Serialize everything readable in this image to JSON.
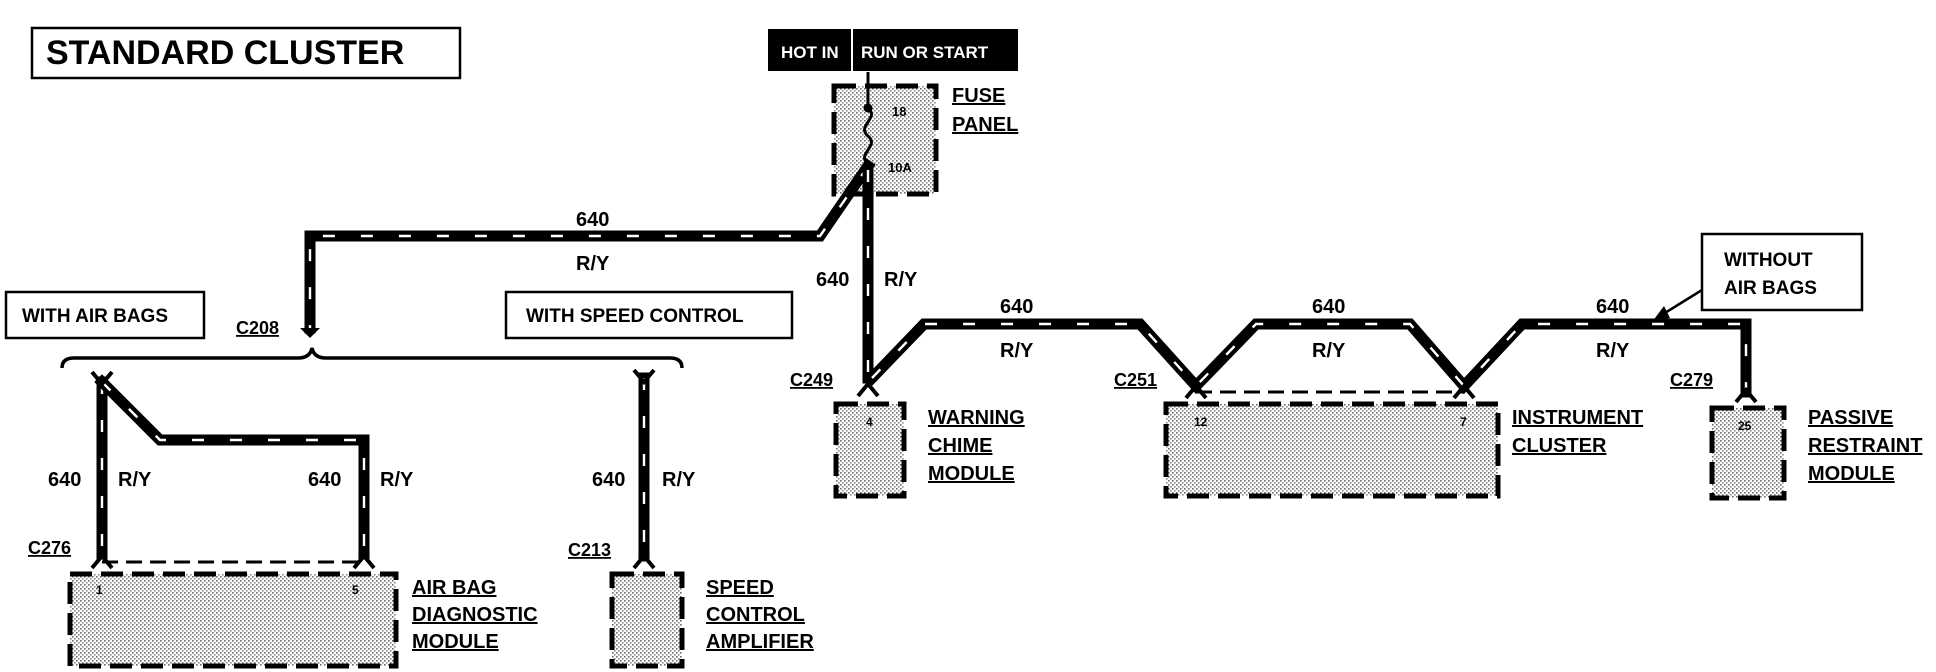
{
  "title": "STANDARD CLUSTER",
  "header": {
    "hot_in": "HOT IN",
    "run_or_start": "RUN  OR  START"
  },
  "fuse_panel": {
    "label_line1": "FUSE",
    "label_line2": "PANEL",
    "fuse_number": "18",
    "fuse_rating": "10A"
  },
  "wires": {
    "main_top": {
      "circuit": "640",
      "color": "R/Y"
    },
    "vertical_down": {
      "circuit": "640",
      "color": "R/Y"
    },
    "segment_chime_cluster": {
      "circuit": "640",
      "color": "R/Y"
    },
    "segment_cluster_loop": {
      "circuit": "640",
      "color": "R/Y"
    },
    "segment_cluster_passive": {
      "circuit": "640",
      "color": "R/Y"
    },
    "airbag_left": {
      "circuit": "640",
      "color": "R/Y"
    },
    "airbag_right": {
      "circuit": "640",
      "color": "R/Y"
    },
    "speed_ctrl": {
      "circuit": "640",
      "color": "R/Y"
    }
  },
  "options": {
    "with_air_bags": "WITH AIR BAGS",
    "with_speed_control": "WITH SPEED CONTROL",
    "without_air_bags_line1": "WITHOUT",
    "without_air_bags_line2": "AIR BAGS"
  },
  "connectors": {
    "c208": "C208",
    "c249": "C249",
    "c251": "C251",
    "c279": "C279",
    "c276": "C276",
    "c213": "C213"
  },
  "modules": {
    "warning_chime": {
      "line1": "WARNING",
      "line2": "CHIME",
      "line3": "MODULE",
      "pin": "4"
    },
    "instrument_cluster": {
      "line1": "INSTRUMENT",
      "line2": "CLUSTER",
      "pin_left": "12",
      "pin_right": "7"
    },
    "passive_restraint": {
      "line1": "PASSIVE",
      "line2": "RESTRAINT",
      "line3": "MODULE",
      "pin": "25"
    },
    "air_bag_diagnostic": {
      "line1": "AIR BAG",
      "line2": "DIAGNOSTIC",
      "line3": "MODULE",
      "pin_left": "1",
      "pin_right": "5"
    },
    "speed_control_amplifier": {
      "line1": "SPEED",
      "line2": "CONTROL",
      "line3": "AMPLIFIER"
    }
  }
}
